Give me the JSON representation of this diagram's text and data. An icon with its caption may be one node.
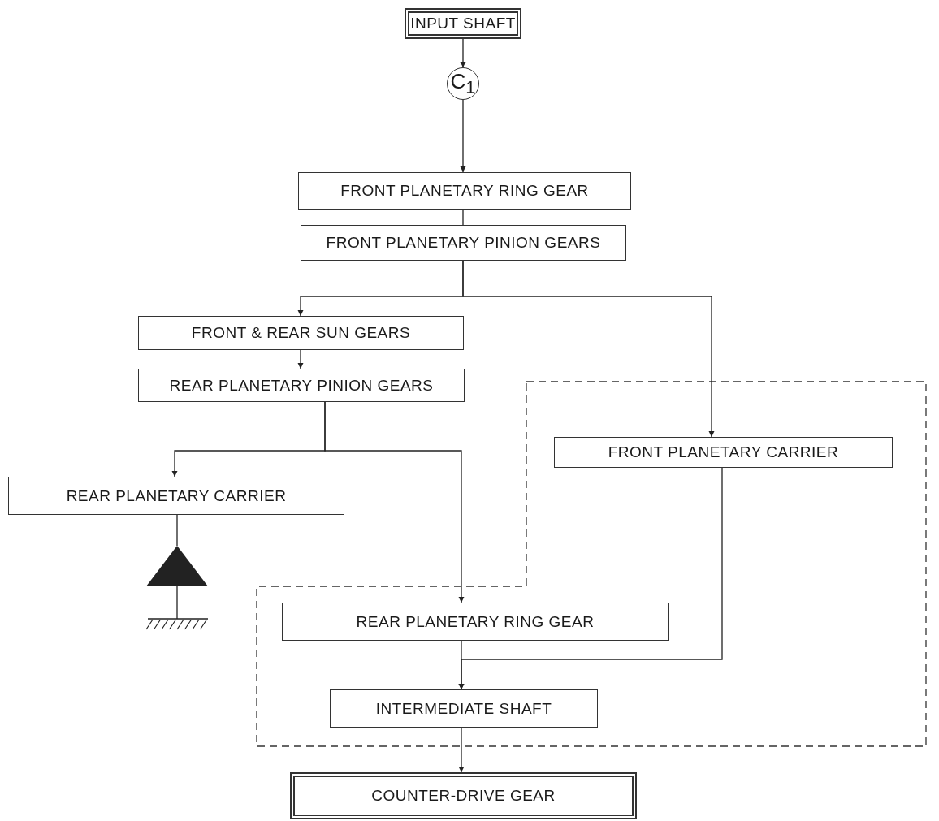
{
  "diagram": {
    "nodes": [
      {
        "text": [
          "INPUT SHAFT"
        ]
      },
      {
        "text": [
          "C$_{1}$"
        ]
      },
      {
        "text": [
          "FRONT PLANETARY RING GEAR"
        ]
      },
      {
        "text": [
          "FRONT PLANETARY PINION GEARS"
        ]
      },
      {
        "text": [
          "FRONT & REAR SUN GEARS"
        ]
      },
      {
        "text": [
          "REAR PLANETARY PINION GEARS"
        ]
      },
      {
        "text": [
          "FRONT PLANETARY CARRIER"
        ]
      },
      {
        "text": [
          "REAR PLANETARY CARRIER"
        ]
      },
      {
        "text": [],
        "shape": "triangle"
      },
      {
        "text": [
          "REAR PLANETARY RING GEAR"
        ]
      },
      {
        "text": [
          "INTERMEDIATE SHAFT"
        ]
      },
      {
        "text": [
          "COUNTER-DRIVE GEAR"
        ]
      }
    ],
    "edges": [
      {
        "from": 0,
        "to": 1,
        "arrow": "to"
      },
      {
        "from": 1,
        "to": 2,
        "arrow": "to"
      },
      {
        "from": 2,
        "to": 3,
        "arrow": "none"
      },
      {
        "from": 3,
        "to": 4,
        "arrow": "to"
      },
      {
        "from": 3,
        "to": 6,
        "arrow": "to"
      },
      {
        "from": 4,
        "to": 5,
        "arrow": "to"
      },
      {
        "from": 5,
        "to": 7,
        "arrow": "to"
      },
      {
        "from": 5,
        "to": 9,
        "arrow": "to"
      },
      {
        "from": 7,
        "to": 8,
        "arrow": "none"
      },
      {
        "from": 9,
        "to": 10,
        "arrow": "to"
      },
      {
        "from": 6,
        "to": 10,
        "arrow": "to"
      },
      {
        "from": 10,
        "to": 11,
        "arrow": "to"
      }
    ]
  }
}
